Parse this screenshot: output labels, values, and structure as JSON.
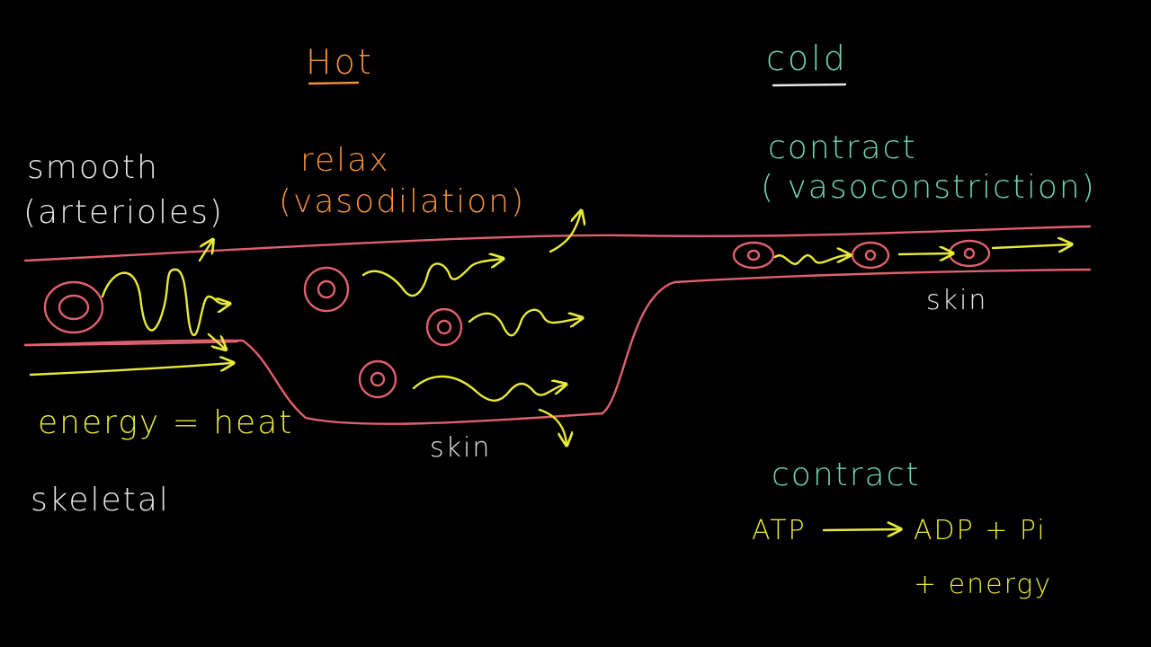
{
  "colors": {
    "background": "#000000",
    "vessel": "#e0606e",
    "cell": "#e0606e",
    "heat": "#e8ea3a",
    "hot": "#f2913a",
    "cold": "#6fd4b0",
    "text": "#e6e6e6"
  },
  "labels": {
    "hot": "Hot",
    "cold": "cold",
    "smooth": "smooth",
    "arterioles": "(arterioles)",
    "relax": "relax",
    "vasodilation": "(vasodilation)",
    "contract_top": "contract",
    "vasoconstriction": "( vasoconstriction)",
    "skin_left": "skin",
    "skin_right": "skin",
    "energy_heat": "energy = heat",
    "skeletal": "skeletal",
    "contract_bottom": "contract",
    "atp": "ATP",
    "adp_pi": "ADP + Pi",
    "plus_energy": "+ energy"
  },
  "icons": {
    "blood_cell": "blood-cell-icon",
    "heat_wave": "heat-wave-icon",
    "arrow": "arrow-icon"
  }
}
